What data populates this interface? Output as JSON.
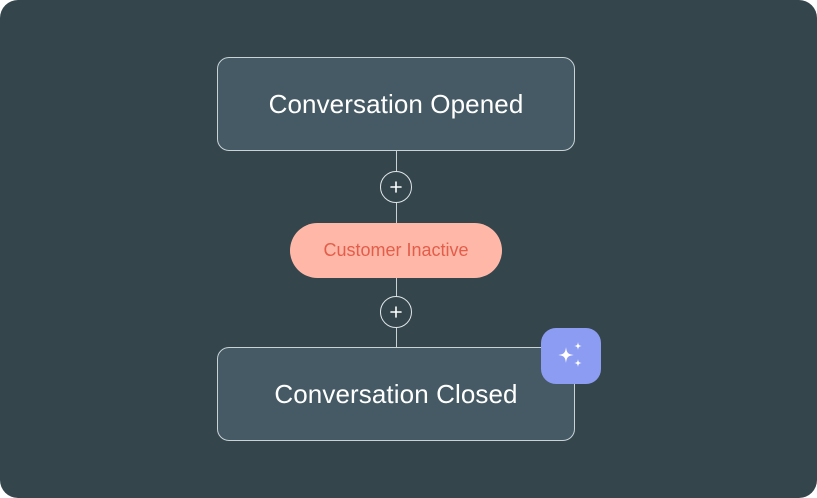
{
  "flow": {
    "start_node": {
      "label": "Conversation Opened"
    },
    "condition": {
      "label": "Customer Inactive"
    },
    "end_node": {
      "label": "Conversation Closed"
    },
    "add_step_icon": "plus-icon",
    "ai_badge_icon": "sparkles-icon"
  },
  "colors": {
    "background": "#34454c",
    "node_fill": "#455a64",
    "node_border": "#c9d3d6",
    "condition_fill": "#ffb8a8",
    "condition_text": "#e35d4b",
    "ai_badge": "#8c9cf2"
  }
}
